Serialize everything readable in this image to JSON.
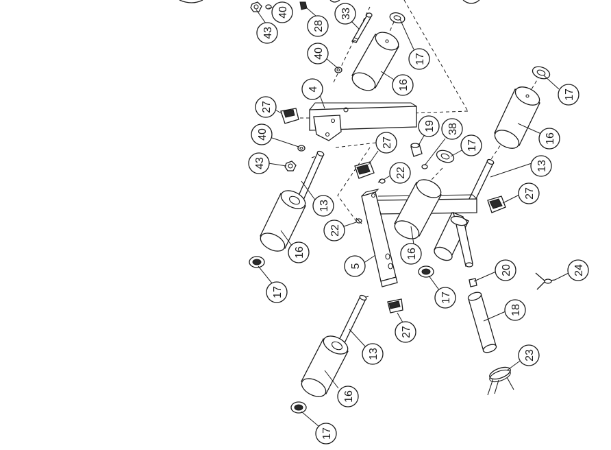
{
  "labels": [
    {
      "id": "c43a",
      "text": "43"
    },
    {
      "id": "c40a",
      "text": "40"
    },
    {
      "id": "c28",
      "text": "28"
    },
    {
      "id": "c33",
      "text": "33"
    },
    {
      "id": "c40b",
      "text": "40"
    },
    {
      "id": "c17a",
      "text": "17"
    },
    {
      "id": "c16a",
      "text": "16"
    },
    {
      "id": "c4",
      "text": "4"
    },
    {
      "id": "c27a",
      "text": "27"
    },
    {
      "id": "c40c",
      "text": "40"
    },
    {
      "id": "c43b",
      "text": "43"
    },
    {
      "id": "c19",
      "text": "19"
    },
    {
      "id": "c38",
      "text": "38"
    },
    {
      "id": "c17b",
      "text": "17"
    },
    {
      "id": "c17c",
      "text": "17"
    },
    {
      "id": "c16b",
      "text": "16"
    },
    {
      "id": "c13a",
      "text": "13"
    },
    {
      "id": "c27b",
      "text": "27"
    },
    {
      "id": "c22a",
      "text": "22"
    },
    {
      "id": "c27c",
      "text": "27"
    },
    {
      "id": "c13b",
      "text": "13"
    },
    {
      "id": "c22b",
      "text": "22"
    },
    {
      "id": "c16c",
      "text": "16"
    },
    {
      "id": "c5",
      "text": "5"
    },
    {
      "id": "c16d",
      "text": "16"
    },
    {
      "id": "c17d",
      "text": "17"
    },
    {
      "id": "c17e",
      "text": "17"
    },
    {
      "id": "c20",
      "text": "20"
    },
    {
      "id": "c24",
      "text": "24"
    },
    {
      "id": "c18",
      "text": "18"
    },
    {
      "id": "c27d",
      "text": "27"
    },
    {
      "id": "c13c",
      "text": "13"
    },
    {
      "id": "c23",
      "text": "23"
    },
    {
      "id": "c16e",
      "text": "16"
    },
    {
      "id": "c17f",
      "text": "17"
    }
  ]
}
